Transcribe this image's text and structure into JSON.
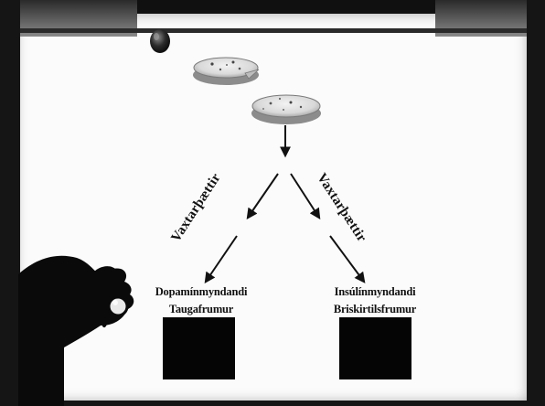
{
  "diagram": {
    "branch_left_label": "Vaxtarþættir",
    "branch_right_label": "Vaxtarþættir",
    "target_left": [
      "Dopamínmyndandi",
      "Taugafrumur"
    ],
    "target_right": [
      "Insúlínmyndandi",
      "Briskirtilsfrumur"
    ]
  },
  "colors": {
    "board": "#101010",
    "slide": "#fbfbfb",
    "ink": "#111111",
    "dish": "#e4e4e4"
  },
  "icons": [
    "petri-dish-icon",
    "petri-dish-icon",
    "magnifier-icon",
    "hand-silhouette-icon",
    "down-arrow-icon"
  ]
}
